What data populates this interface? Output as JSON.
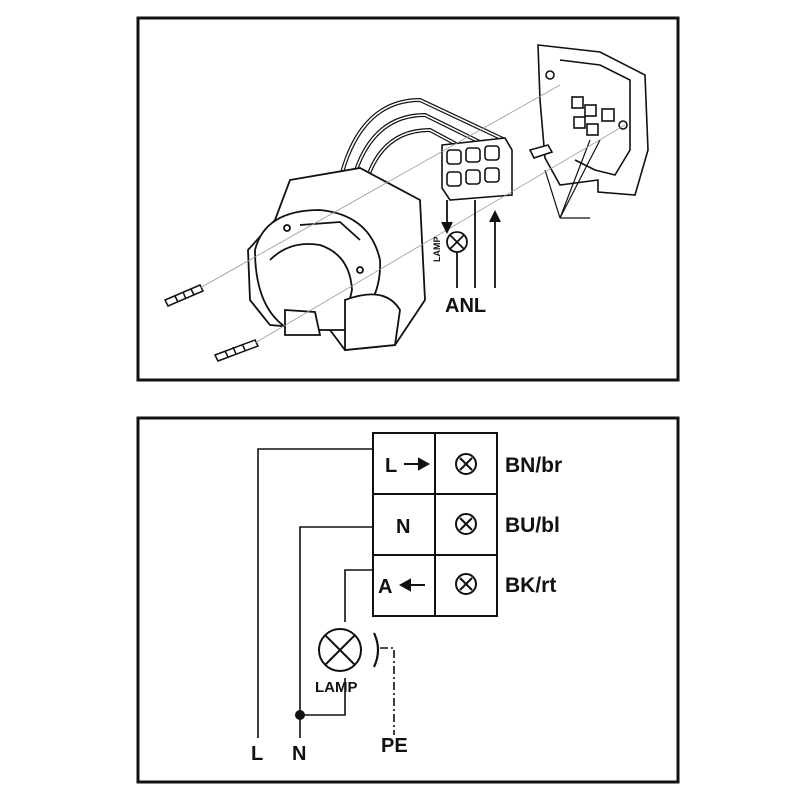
{
  "top_panel": {
    "lamp_label": "LAMP",
    "terminal_letters": "ANL"
  },
  "bottom_panel": {
    "terminals": [
      {
        "letter": "L",
        "arrow": "right",
        "wire_color": "BN/br"
      },
      {
        "letter": "N",
        "arrow": "none",
        "wire_color": "BU/bl"
      },
      {
        "letter": "A",
        "arrow": "left",
        "wire_color": "BK/rt"
      }
    ],
    "lamp_label": "LAMP",
    "supply_labels": {
      "line": "L",
      "neutral": "N",
      "earth": "PE"
    }
  },
  "colors": {
    "ink": "#111111",
    "background": "#ffffff"
  }
}
